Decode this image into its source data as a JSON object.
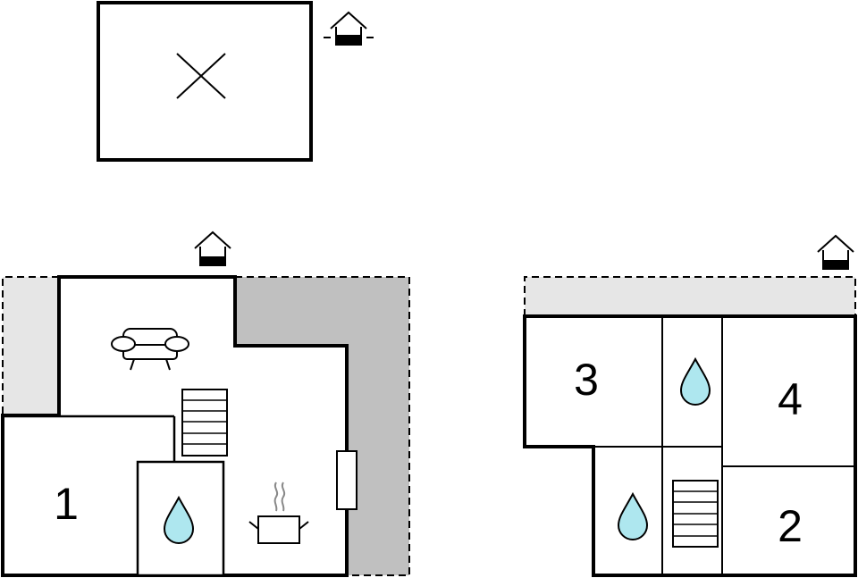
{
  "rooms": {
    "room_1": "1",
    "room_2": "2",
    "room_3": "3",
    "room_4": "4"
  },
  "icons": {
    "entrance": "entrance-icon",
    "sofa": "sofa-icon",
    "stairs": "stairs-icon",
    "bathroom": "water-drop-icon",
    "kitchen": "cooking-pot-icon",
    "not_in_use": "cross-icon",
    "window": "window-icon"
  },
  "colors": {
    "wall": "#000000",
    "terrace_light": "#e6e6e6",
    "terrace_dark": "#c0c0c0",
    "water": "#aee7ef"
  }
}
